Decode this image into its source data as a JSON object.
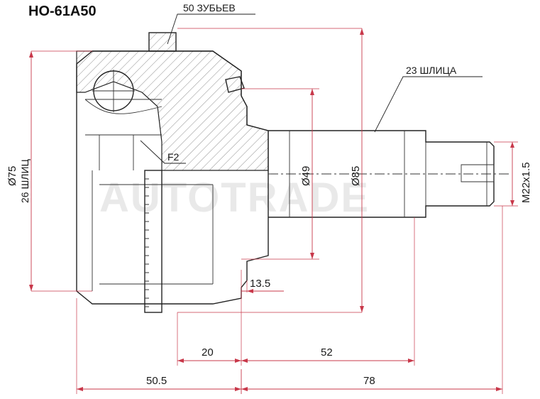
{
  "title": "HO-61A50",
  "watermark": "AUTOTRADE",
  "notes": {
    "teeth": "50 ЗУБЬЕВ",
    "splines_outer": "23 ШЛИЦА",
    "splines_inner": "26 ШЛИЦ",
    "thread": "M22x1.5",
    "seal": "F2"
  },
  "dimensions": {
    "d_outer_housing": "Ø75",
    "d_seat": "Ø49",
    "d_abs": "Ø85",
    "len_shoulder": "13.5",
    "len_ring": "20",
    "len_shaft": "52",
    "len_body": "50.5",
    "len_total": "78"
  },
  "colors": {
    "dimension_lines": "#c8384a",
    "outline": "#222222",
    "watermark": "#e9e9e9"
  }
}
